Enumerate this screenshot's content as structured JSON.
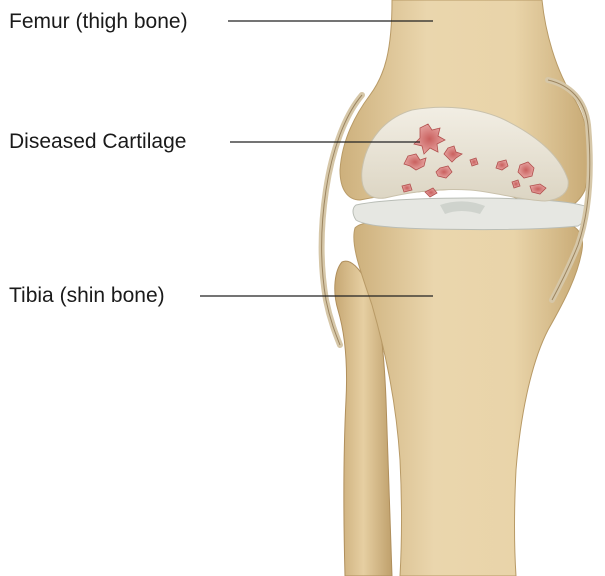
{
  "labels": {
    "femur": "Femur (thigh bone)",
    "cartilage": "Diseased Cartilage",
    "tibia": "Tibia (shin bone)"
  },
  "colors": {
    "bone": "#e8d3a8",
    "bone_shadow": "#c9ae7c",
    "cartilage": "#ece6d8",
    "lesion": "#d98a8a",
    "leader_line": "#222222"
  }
}
